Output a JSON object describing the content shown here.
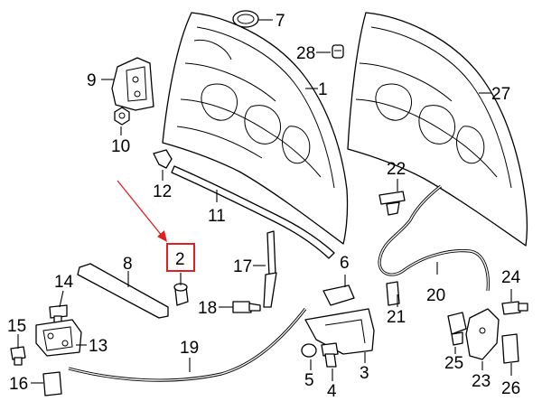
{
  "colors": {
    "line": "#000000",
    "background": "#ffffff",
    "highlight": "#e02020"
  },
  "callouts": [
    {
      "id": "c1",
      "text": "1"
    },
    {
      "id": "c2",
      "text": "2"
    },
    {
      "id": "c3",
      "text": "3"
    },
    {
      "id": "c4",
      "text": "4"
    },
    {
      "id": "c5",
      "text": "5"
    },
    {
      "id": "c6",
      "text": "6"
    },
    {
      "id": "c7",
      "text": "7"
    },
    {
      "id": "c8",
      "text": "8"
    },
    {
      "id": "c9",
      "text": "9"
    },
    {
      "id": "c10",
      "text": "10"
    },
    {
      "id": "c11",
      "text": "11"
    },
    {
      "id": "c12",
      "text": "12"
    },
    {
      "id": "c13",
      "text": "13"
    },
    {
      "id": "c14",
      "text": "14"
    },
    {
      "id": "c15",
      "text": "15"
    },
    {
      "id": "c16",
      "text": "16"
    },
    {
      "id": "c17",
      "text": "17"
    },
    {
      "id": "c18",
      "text": "18"
    },
    {
      "id": "c19",
      "text": "19"
    },
    {
      "id": "c20",
      "text": "20"
    },
    {
      "id": "c21",
      "text": "21"
    },
    {
      "id": "c22",
      "text": "22"
    },
    {
      "id": "c23",
      "text": "23"
    },
    {
      "id": "c24",
      "text": "24"
    },
    {
      "id": "c25",
      "text": "25"
    },
    {
      "id": "c26",
      "text": "26"
    },
    {
      "id": "c27",
      "text": "27"
    },
    {
      "id": "c28",
      "text": "28"
    }
  ],
  "highlighted_callout": "2"
}
